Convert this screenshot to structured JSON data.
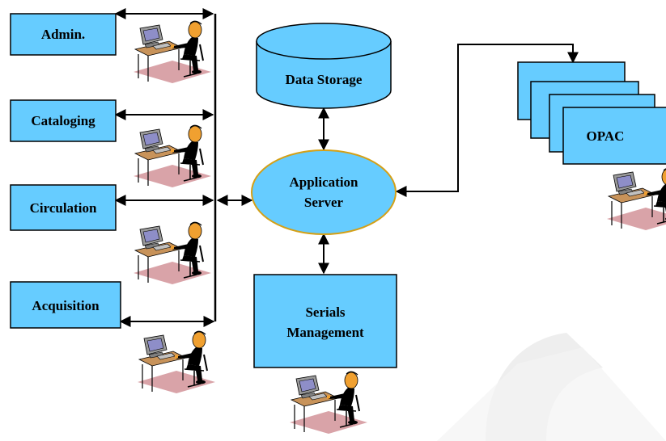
{
  "modules": [
    {
      "id": "admin",
      "label": "Admin."
    },
    {
      "id": "cataloging",
      "label": "Cataloging"
    },
    {
      "id": "circulation",
      "label": "Circulation"
    },
    {
      "id": "acquisition",
      "label": "Acquisition"
    }
  ],
  "data_storage": {
    "label": "Data Storage"
  },
  "application_server": {
    "label_line1": "Application",
    "label_line2": "Server"
  },
  "serials": {
    "label_line1": "Serials",
    "label_line2": "Management"
  },
  "opac": {
    "label": "OPAC"
  },
  "colors": {
    "box_fill": "#66ccff",
    "ellipse_fill": "#66ccff",
    "ellipse_stroke": "#d4a017",
    "stroke": "#000000",
    "watermark": "#eeeeee"
  },
  "icons": [
    "workstation-user-icon"
  ]
}
